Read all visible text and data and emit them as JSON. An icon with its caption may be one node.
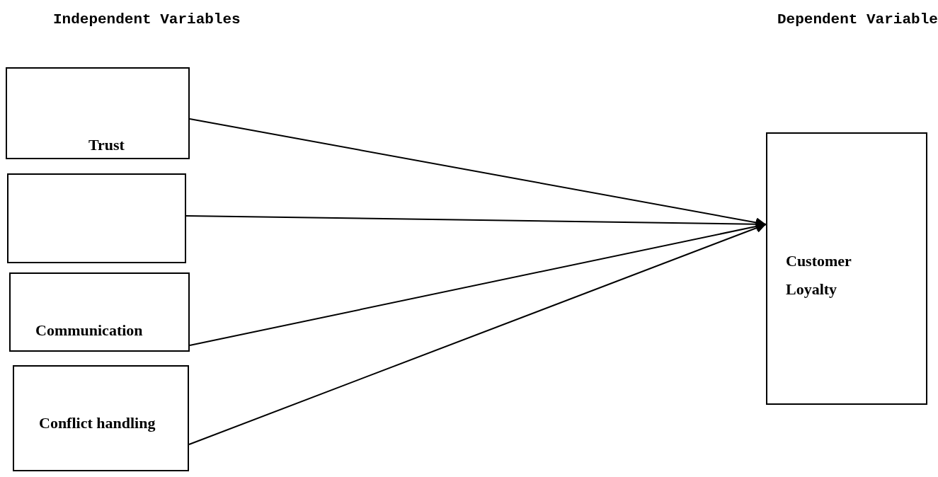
{
  "diagram": {
    "nodes": [
      {
        "text": [
          "Trust"
        ]
      },
      {
        "text": [],
        "shape": "box"
      },
      {
        "text": [
          "Communication"
        ]
      },
      {
        "text": [
          "Conflict handling"
        ]
      },
      {
        "text": [
          "Customer Loyalty"
        ]
      }
    ],
    "edges": [
      {
        "from": 0,
        "to": 4,
        "arrow": "to"
      },
      {
        "from": 1,
        "to": 4,
        "arrow": "to"
      },
      {
        "from": 2,
        "to": 4,
        "arrow": "to"
      },
      {
        "from": 3,
        "to": 4,
        "arrow": "to"
      }
    ],
    "labels": [
      "Independent Variables",
      "Dependent Variable"
    ]
  }
}
